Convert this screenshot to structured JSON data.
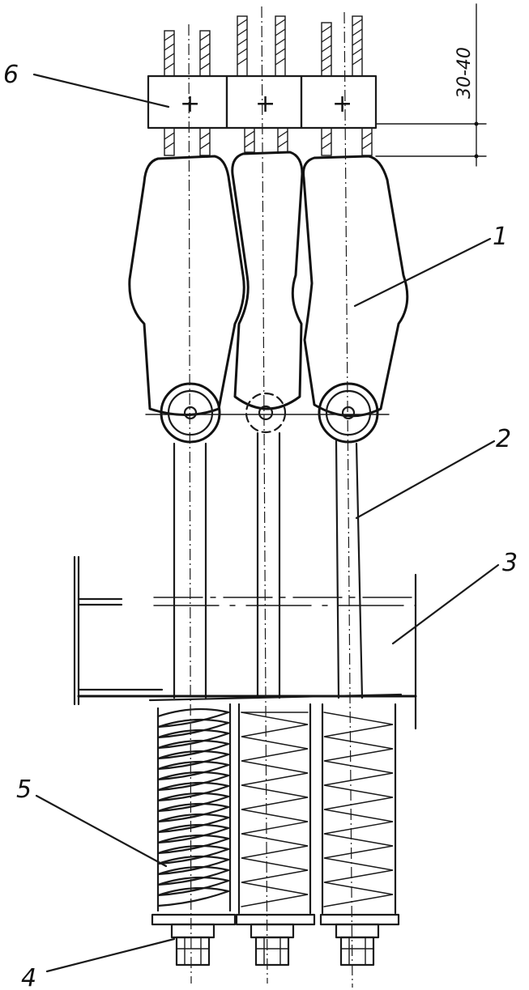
{
  "drawing": {
    "dimension_label": "30-40",
    "callouts": [
      {
        "id": "6",
        "label": "6"
      },
      {
        "id": "1",
        "label": "1"
      },
      {
        "id": "2",
        "label": "2"
      },
      {
        "id": "3",
        "label": "3"
      },
      {
        "id": "5",
        "label": "5"
      },
      {
        "id": "4",
        "label": "4"
      }
    ],
    "clamp_marks": [
      "+",
      "+",
      "+"
    ]
  }
}
